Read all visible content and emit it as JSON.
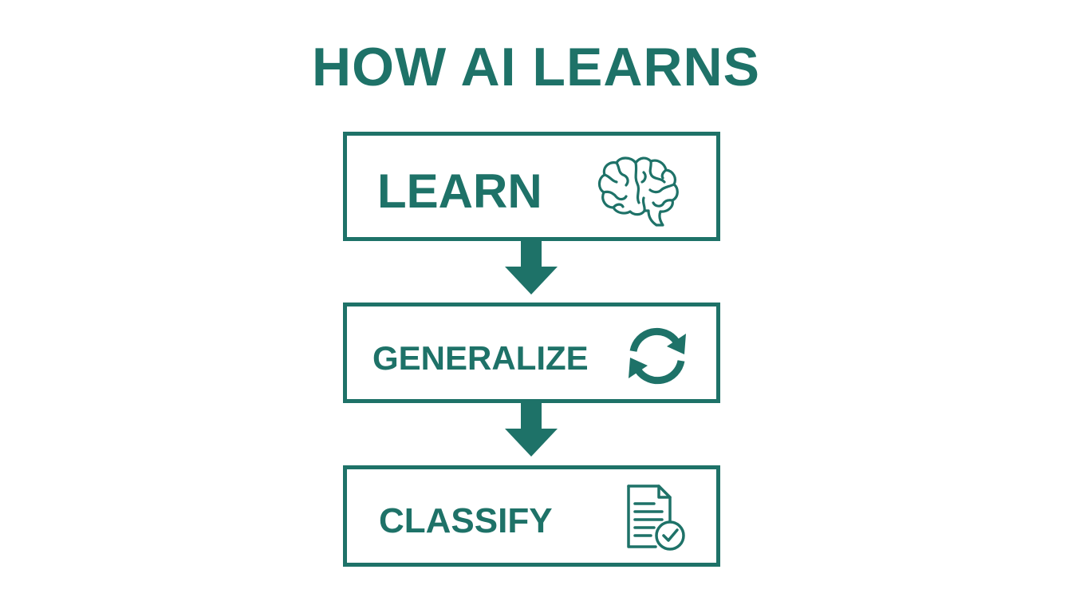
{
  "title": "HOW AI LEARNS",
  "steps": [
    {
      "label": "LEARN",
      "icon": "brain-icon"
    },
    {
      "label": "GENERALIZE",
      "icon": "refresh-cycle-icon"
    },
    {
      "label": "CLASSIFY",
      "icon": "document-check-icon"
    }
  ],
  "colors": {
    "accent": "#1e7268",
    "background": "#ffffff"
  }
}
